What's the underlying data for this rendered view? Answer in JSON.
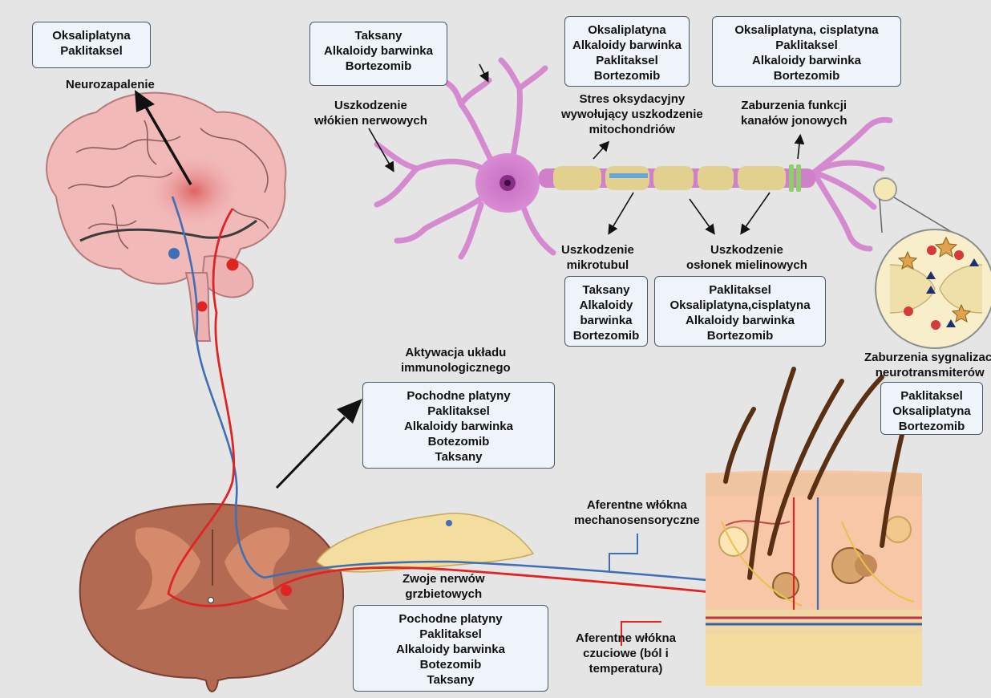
{
  "boxes": {
    "neuroinflammation": [
      "Oksaliplatyna",
      "Paklitaksel"
    ],
    "fiber_damage": [
      "Taksany",
      "Alkaloidy barwinka",
      "Bortezomib"
    ],
    "oxidative": [
      "Oksaliplatyna",
      "Alkaloidy barwinka",
      "Paklitaksel",
      "Bortezomib"
    ],
    "ion": [
      "Oksaliplatyna, cisplatyna",
      "Paklitaksel",
      "Alkaloidy barwinka",
      "Bortezomib"
    ],
    "microtubule": [
      "Taksany",
      "Alkaloidy",
      "barwinka",
      "Bortezomib"
    ],
    "myelin": [
      "Paklitaksel",
      "Oksaliplatyna,cisplatyna",
      "Alkaloidy barwinka",
      "Bortezomib"
    ],
    "neurotransmitter": [
      "Paklitaksel",
      "Oksaliplatyna",
      "Bortezomib"
    ],
    "immune": [
      "Pochodne platyny",
      "Paklitaksel",
      "Alkaloidy barwinka",
      "Botezomib",
      "Taksany"
    ],
    "ganglia": [
      "Pochodne platyny",
      "Paklitaksel",
      "Alkaloidy barwinka",
      "Botezomib",
      "Taksany"
    ]
  },
  "labels": {
    "neuroinflammation": "Neurozapalenie",
    "fiber_damage": [
      "Uszkodzenie",
      "włókien nerwowych"
    ],
    "oxidative": [
      "Stres oksydacyjny",
      "wywołujący uszkodzenie",
      "mitochondriów"
    ],
    "ion": [
      "Zaburzenia funkcji",
      "kanałów jonowych"
    ],
    "microtubule": [
      "Uszkodzenie",
      "mikrotubul"
    ],
    "myelin": [
      "Uszkodzenie",
      "osłonek mielinowych"
    ],
    "neurotransmitter": [
      "Zaburzenia sygnalizacj",
      "neurotransmiterów"
    ],
    "immune": [
      "Aktywacja układu",
      "immunologicznego"
    ],
    "ganglia": [
      "Zwoje nerwów",
      "grzbietowych"
    ],
    "mechano": [
      "Aferentne włókna",
      "mechanosensoryczne"
    ],
    "sensory": [
      "Aferentne włókna",
      "czuciowe (ból i",
      "temperatura)"
    ]
  },
  "colors": {
    "background": "#e5e5e5",
    "box_fill": "#eef4fa",
    "box_border": "#4b5a6b",
    "mechanosensory_fiber": "#3e6fb5",
    "nociceptive_fiber": "#e02424",
    "neuron": "#d58ad0",
    "myelin": "#e2d08f"
  }
}
